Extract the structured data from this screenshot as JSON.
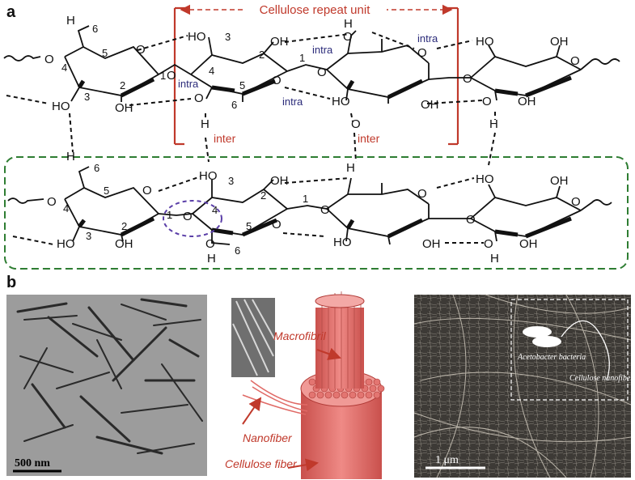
{
  "panel_a": {
    "letter": "a",
    "repeat_unit_label": "Cellulose repeat unit",
    "intra_label": "intra",
    "inter_label": "inter",
    "atom_labels": {
      "ho": "HO",
      "oh": "OH",
      "o": "O",
      "h": "H",
      "c1": "1",
      "c2": "2",
      "c3": "3",
      "c4": "4",
      "c5": "5",
      "c6": "6"
    }
  },
  "panel_b": {
    "letter": "b",
    "tem_scale": "500 nm",
    "sem_scale": "1 μm",
    "fiber_labels": {
      "macrofibril": "Macrofibril",
      "nanofiber": "Nanofiber",
      "cellulose_fiber": "Cellulose fiber"
    },
    "sem_inset": {
      "bacteria": "Acetobacter bacteria",
      "nanofibers": "Cellulose nanofibers"
    }
  },
  "colors": {
    "red": "#c0392b",
    "green": "#2e7d32",
    "purple": "#5b3fa8",
    "navy": "#2b2b7a",
    "fiber": "#e06a66"
  }
}
